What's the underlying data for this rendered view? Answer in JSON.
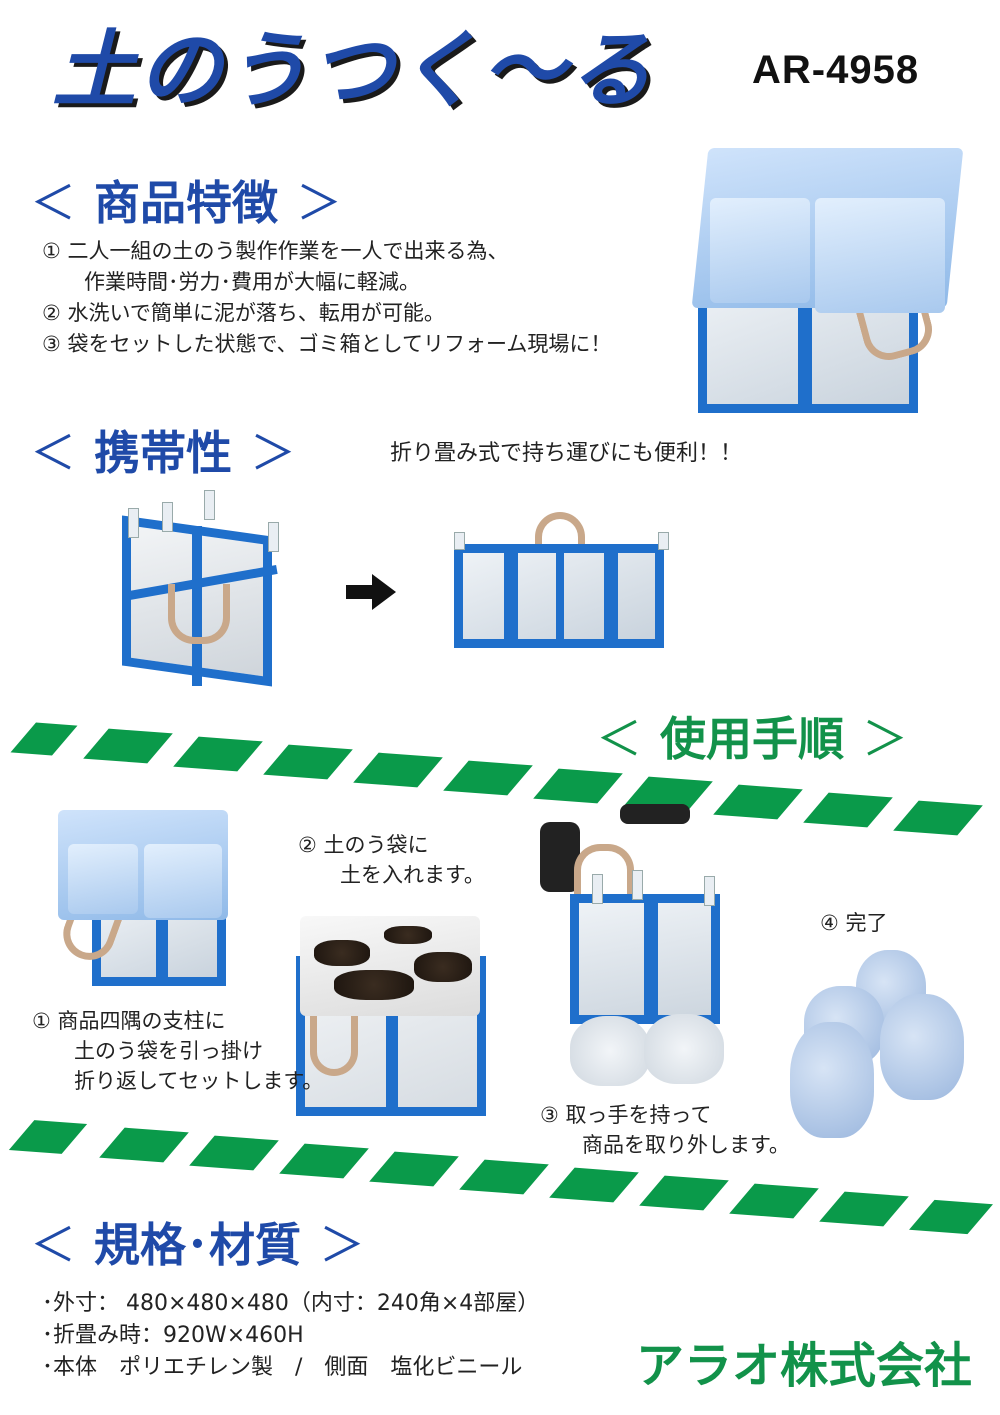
{
  "header": {
    "title": "土のうつく〜る",
    "model": "AR-4958"
  },
  "features": {
    "heading": "商品特徴",
    "bracket_left": "＜",
    "bracket_right": "＞",
    "items": [
      {
        "num": "①",
        "lines": [
          "二人一組の土のう製作作業を一人で出来る為、",
          "作業時間･労力･費用が大幅に軽減。"
        ]
      },
      {
        "num": "②",
        "lines": [
          "水洗いで簡単に泥が落ち、転用が可能。"
        ]
      },
      {
        "num": "③",
        "lines": [
          "袋をセットした状態で、ゴミ箱としてリフォーム現場に！"
        ]
      }
    ],
    "photo": "product-with-bags-photo"
  },
  "portability": {
    "heading": "携帯性",
    "bracket_left": "＜",
    "bracket_right": "＞",
    "note": "折り畳み式で持ち運びにも便利！！",
    "photos": [
      "frame-open-photo",
      "frame-folded-photo"
    ],
    "arrow_icon": "right-arrow-icon"
  },
  "usage": {
    "heading": "使用手順",
    "bracket_left": "＜",
    "bracket_right": "＞",
    "steps": [
      {
        "num": "①",
        "lines": [
          "商品四隅の支柱に",
          "土のう袋を引っ掛け",
          "折り返してセットします。"
        ]
      },
      {
        "num": "②",
        "lines": [
          "土のう袋に",
          "土を入れます。"
        ]
      },
      {
        "num": "③",
        "lines": [
          "取っ手を持って",
          "商品を取り外します。"
        ]
      },
      {
        "num": "④",
        "lines": [
          "完了"
        ]
      }
    ],
    "stripe_color": "#0a9a4a"
  },
  "specs": {
    "heading": "規格･材質",
    "bracket_left": "＜",
    "bracket_right": "＞",
    "items": [
      "･外寸： 480×480×480（内寸：240角×4部屋）",
      "･折畳み時：920W×460H",
      "･本体　ポリエチレン製　/　側面　塩化ビニール"
    ]
  },
  "footer": {
    "company": "アラオ株式会社"
  },
  "colors": {
    "title_blue": "#1f4aa8",
    "accent_green": "#12924a",
    "frame_blue": "#1f6fcb"
  }
}
